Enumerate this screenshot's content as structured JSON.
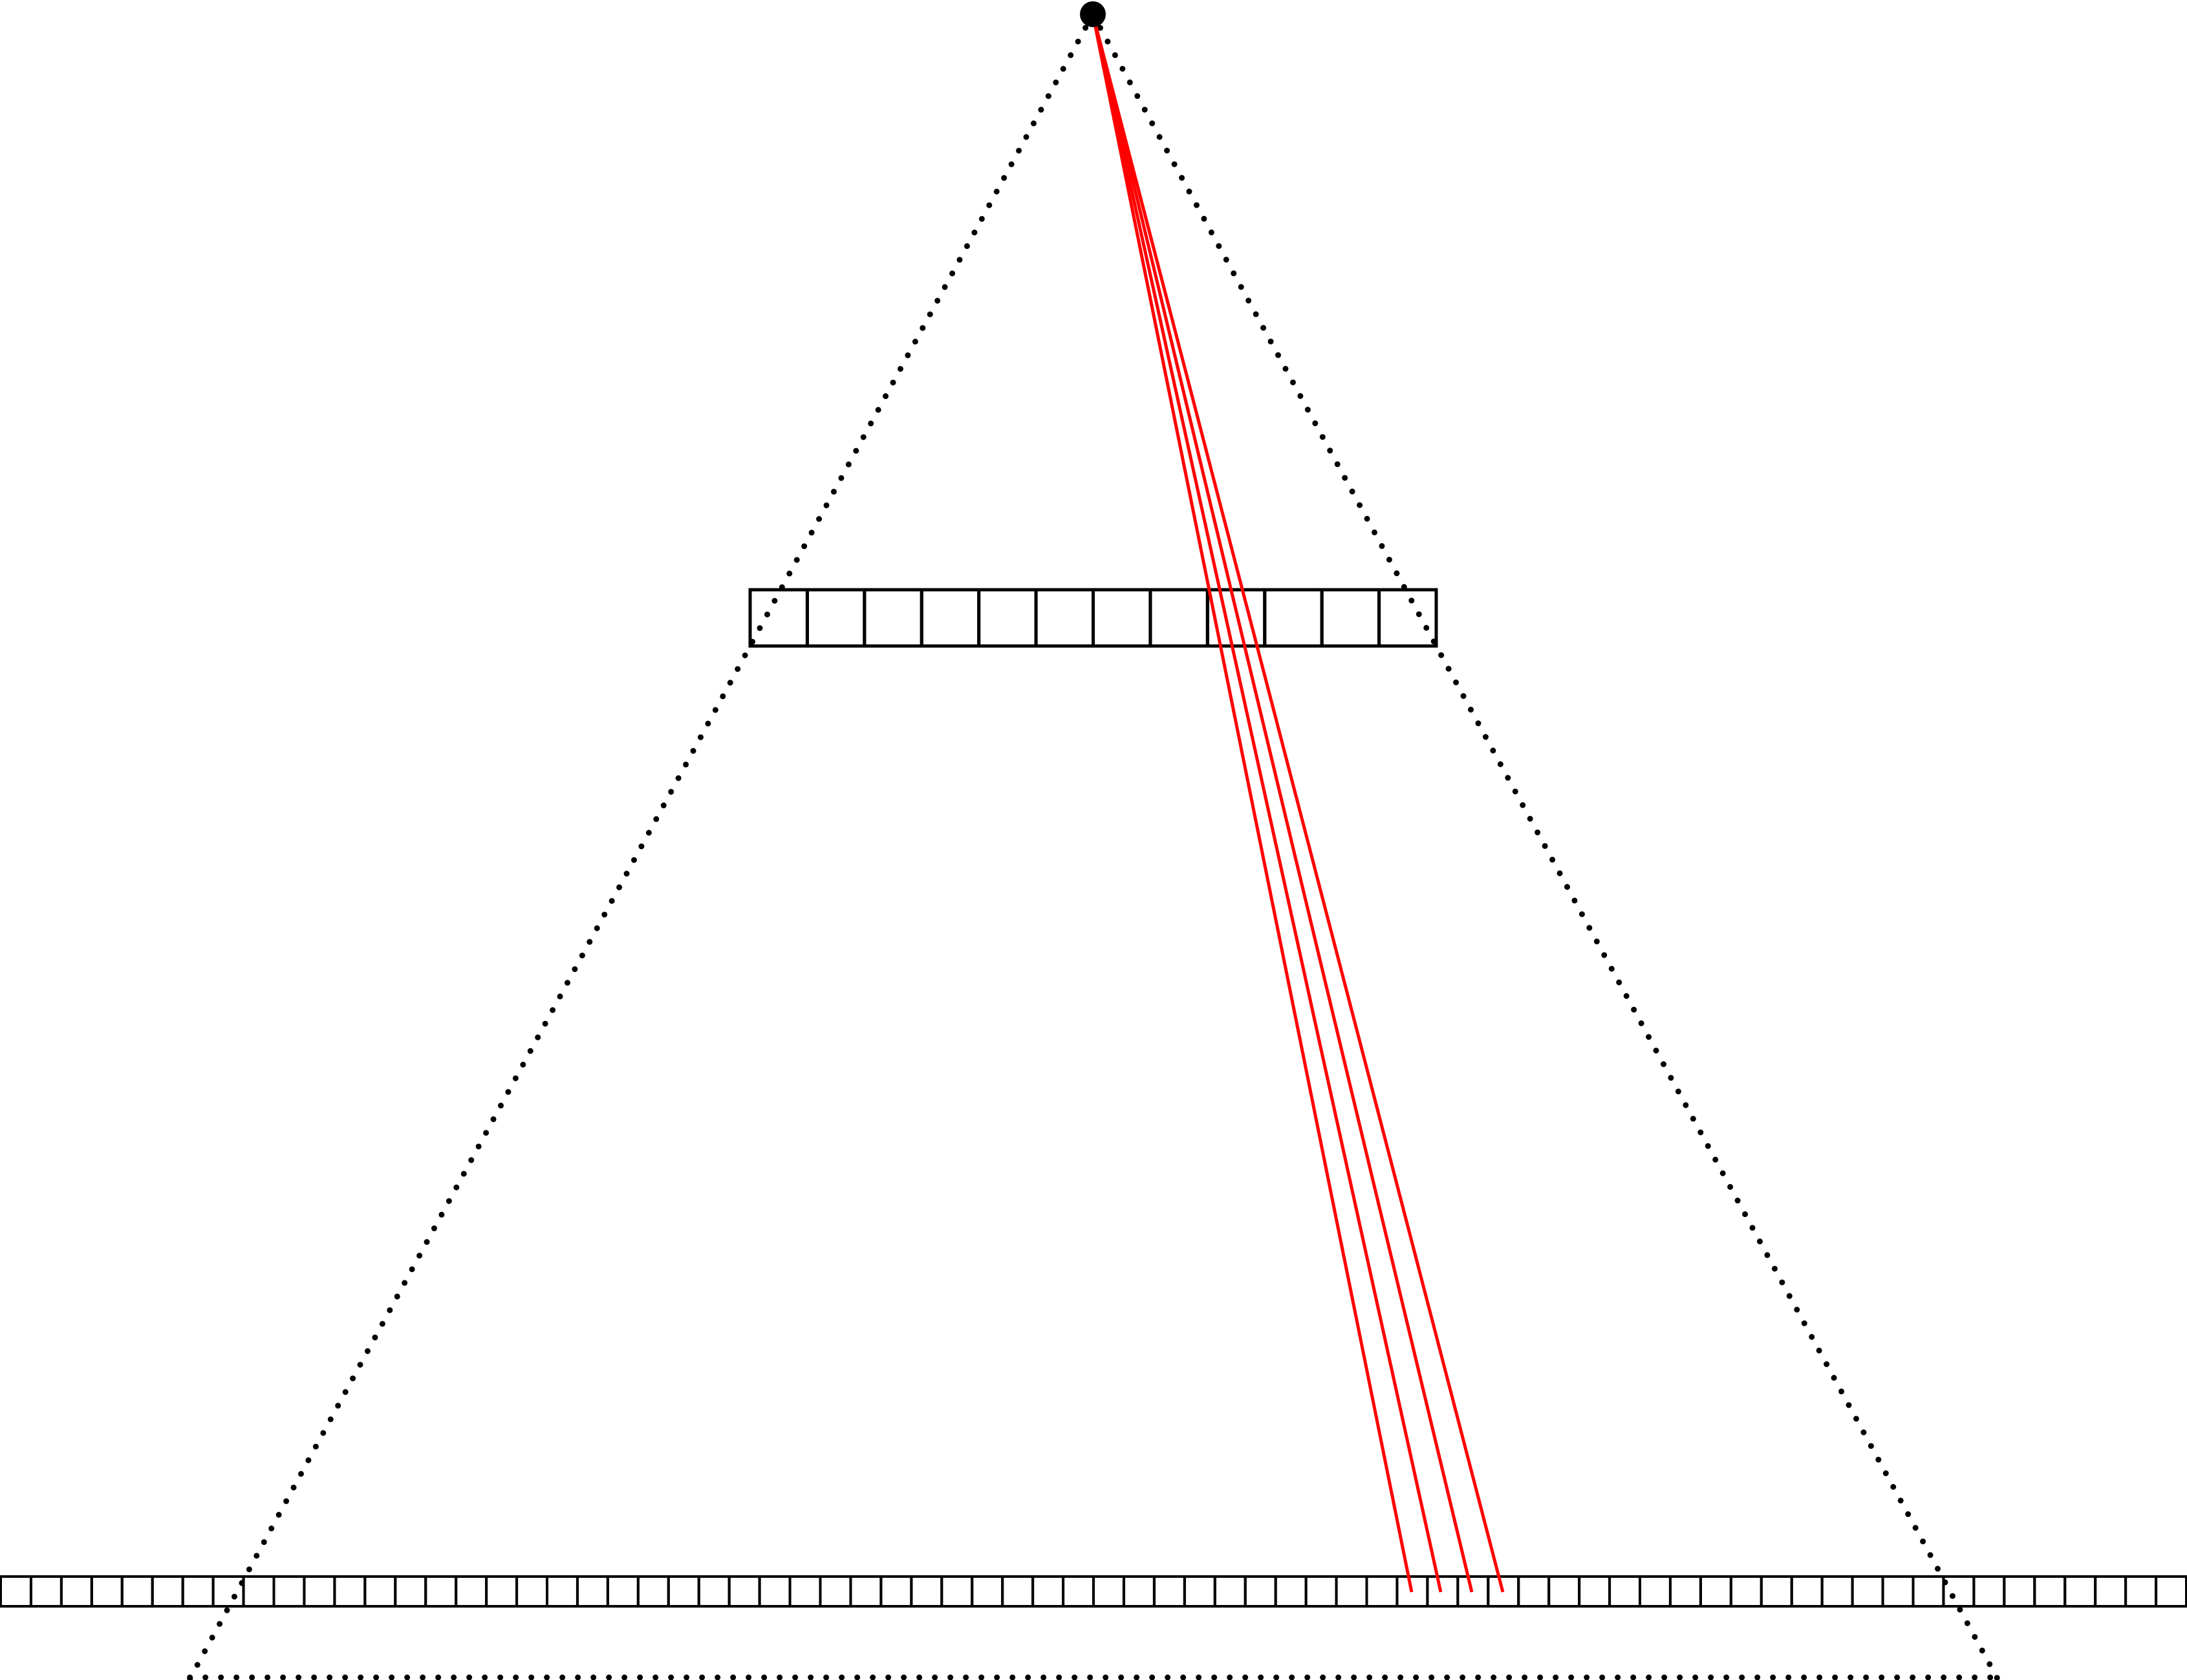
{
  "diagram": {
    "description_free": true,
    "near_plane": {
      "cell_count": 12
    },
    "far_plane": {
      "cell_count": 72
    },
    "rays": {
      "count": 4,
      "color": "#ff0000"
    },
    "frustum_edges": {
      "style": "dotted",
      "color": "#000000"
    },
    "eye_point": {
      "color": "#000000"
    },
    "colors": {
      "background": "#ffffff",
      "grid_stroke": "#000000",
      "ray": "#ff0000"
    }
  }
}
